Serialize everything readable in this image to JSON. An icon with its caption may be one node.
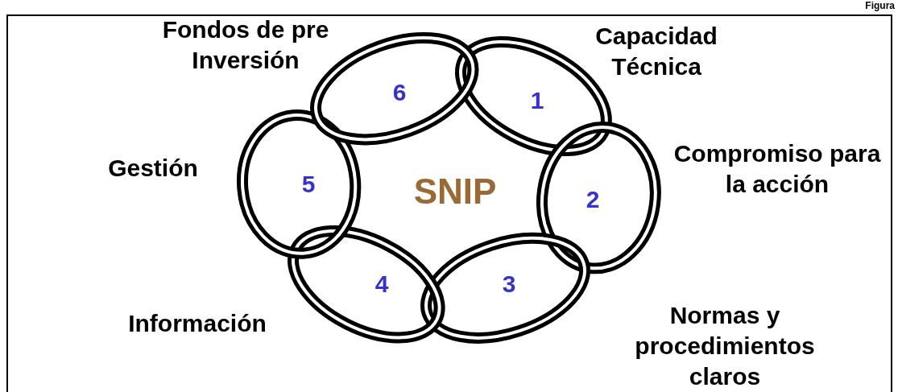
{
  "diagram": {
    "nodes": [
      {
        "text": [
          "1"
        ],
        "beside": [
          "Capacidad Técnica"
        ]
      },
      {
        "text": [
          "2"
        ],
        "beside": [
          "Compromiso para la acción"
        ]
      },
      {
        "text": [
          "3"
        ],
        "beside": [
          "Normas y procedimientos claros"
        ]
      },
      {
        "text": [
          "4"
        ],
        "beside": [
          "Información"
        ]
      },
      {
        "text": [
          "5"
        ],
        "beside": [
          "Gestión"
        ]
      },
      {
        "text": [
          "6"
        ],
        "beside": [
          "Fondos de pre Inversión"
        ]
      }
    ],
    "labels": [
      "Figura",
      "SNIP"
    ]
  }
}
